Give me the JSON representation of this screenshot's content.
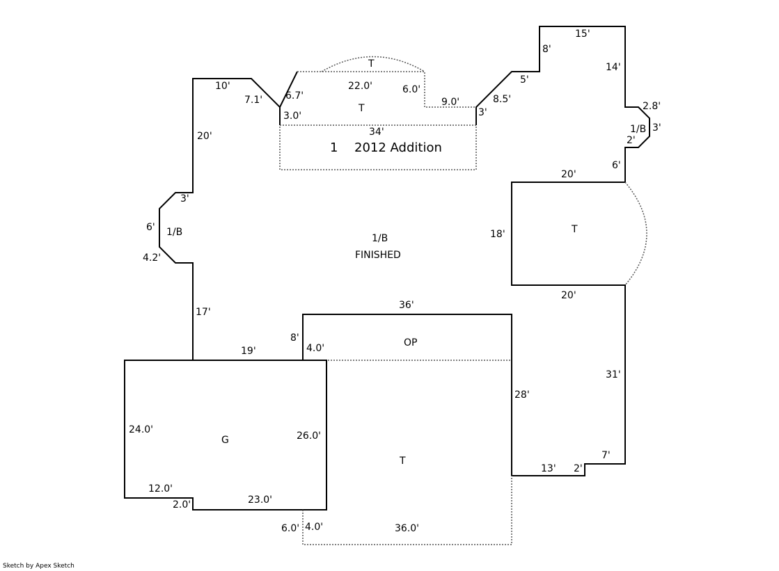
{
  "sketch": {
    "areas": {
      "main_label": "1/B",
      "main_sub": "FINISHED",
      "addition_number": "1",
      "addition_name": "2012 Addition",
      "bay_left": "1/B",
      "bay_right": "1/B",
      "terrace_top": "T",
      "terrace_addition": "T",
      "terrace_right": "T",
      "terrace_bottom": "T",
      "porch": "OP",
      "garage": "G"
    },
    "dimensions": [
      "10'",
      "7.1'",
      "20'",
      "6.7'",
      "3.0'",
      "22.0'",
      "6.0'",
      "9.0'",
      "3'",
      "34'",
      "8.5'",
      "5'",
      "8'",
      "15'",
      "14'",
      "2.8'",
      "3'",
      "2'",
      "6'",
      "20'",
      "18'",
      "20'",
      "31'",
      "7'",
      "2'",
      "13'",
      "28'",
      "36'",
      "8'",
      "4.0'",
      "19'",
      "17'",
      "3'",
      "6'",
      "4.2'",
      "24.0'",
      "26.0'",
      "12.0'",
      "2.0'",
      "23.0'",
      "6.0'",
      "4.0'",
      "36.0'"
    ],
    "credit": "Sketch by Apex Sketch"
  }
}
